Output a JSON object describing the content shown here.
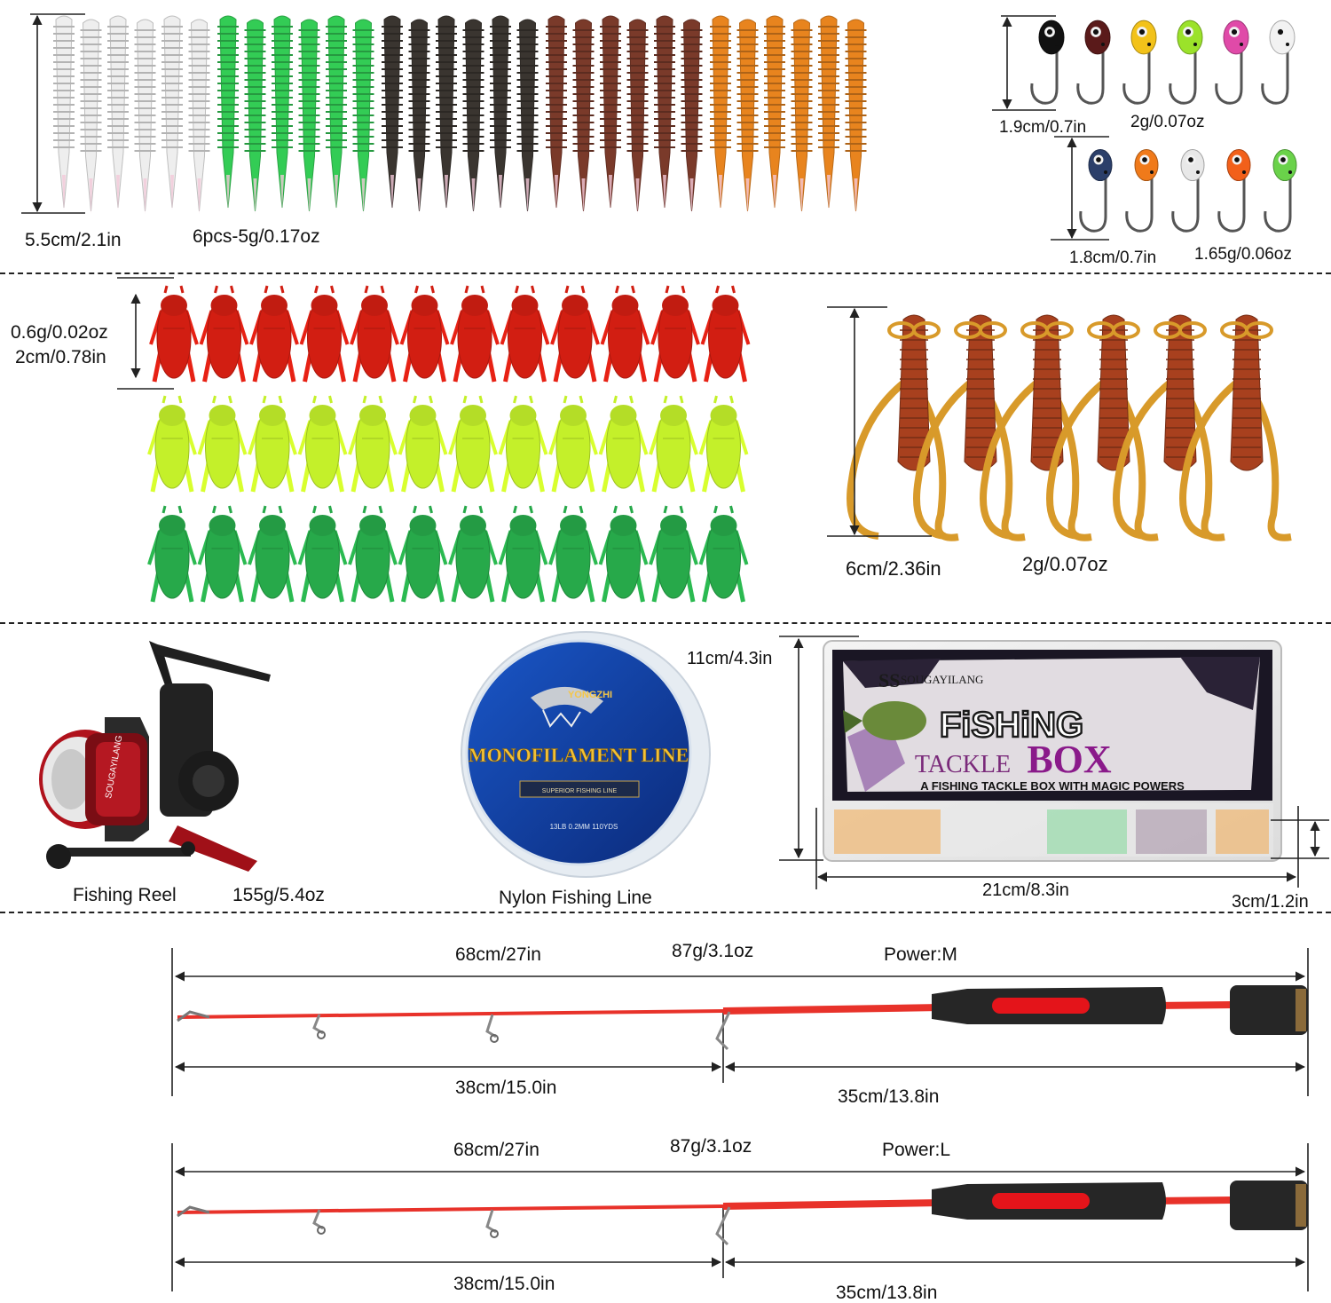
{
  "worms": {
    "size_label": "5.5cm/2.1in",
    "weight_label": "6pcs-5g/0.17oz",
    "colors": [
      "#eeeeee",
      "#33cc55",
      "#3a3530",
      "#7a3a2a",
      "#e8841e"
    ]
  },
  "jigs_row1": {
    "size_label": "1.9cm/0.7in",
    "weight_label": "2g/0.07oz",
    "colors": [
      "#111111",
      "#5a1a1a",
      "#f2c21a",
      "#9be22a",
      "#e04aa8",
      "#f2f2f2"
    ]
  },
  "jigs_row2": {
    "size_label": "1.8cm/0.7in",
    "weight_label": "1.65g/0.06oz",
    "colors": [
      "#2b3f6a",
      "#f07a1a",
      "#e8e8e8",
      "#f2601a",
      "#6ad24a"
    ]
  },
  "crickets": {
    "weight_label": "0.6g/0.02oz",
    "size_label": "2cm/0.78in",
    "row_colors": [
      "#d21e12",
      "#c4f02a",
      "#27a94a"
    ]
  },
  "craws": {
    "size_label": "6cm/2.36in",
    "weight_label": "2g/0.07oz",
    "color": "#a8401e",
    "tail_color": "#d89a2a"
  },
  "reel": {
    "name_label": "Fishing Reel",
    "weight_label": "155g/5.4oz",
    "brand_text": "SOUGAYILANG"
  },
  "line": {
    "name_label": "Nylon Fishing Line",
    "brand_text": "YONGZHI",
    "title_text": "MONOFILAMENT LINE",
    "subtitle_text": "SUPERIOR FISHING LINE",
    "spec_text": "13LB 0.2MM 110YDS"
  },
  "box": {
    "height_label": "11cm/4.3in",
    "width_label": "21cm/8.3in",
    "depth_label": "3cm/1.2in",
    "brand_text": "SOUGAYILANG",
    "title_line1": "FiSHiNG",
    "title_line2a": "TACKLE",
    "title_line2b": "BOX",
    "tagline": "A FISHING TACKLE BOX WITH MAGIC POWERS"
  },
  "rods": [
    {
      "total_label": "68cm/27in",
      "weight_label": "87g/3.1oz",
      "power_label": "Power:M",
      "tip_label": "38cm/15.0in",
      "handle_label": "35cm/13.8in"
    },
    {
      "total_label": "68cm/27in",
      "weight_label": "87g/3.1oz",
      "power_label": "Power:L",
      "tip_label": "38cm/15.0in",
      "handle_label": "35cm/13.8in"
    }
  ]
}
